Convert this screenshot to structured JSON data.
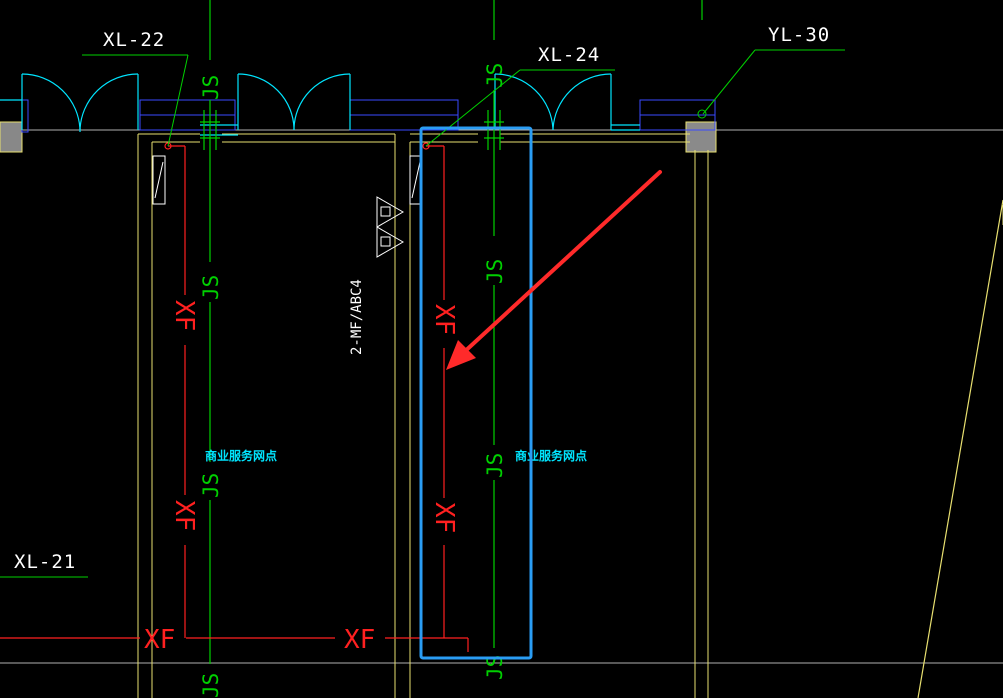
{
  "colors": {
    "background": "#000000",
    "wall": "#e8e070",
    "fire_pipe": "#ff2020",
    "water_pipe": "#00d000",
    "door": "#00e5ff",
    "window": "#3a4aff",
    "leader": "#00d000",
    "selection": "#2a9df4",
    "arrow": "#ff2a2a",
    "text": "#ffffff"
  },
  "labels": {
    "xl22": "XL-22",
    "xl24": "XL-24",
    "yl30": "YL-30",
    "xl21": "XL-21",
    "ref_2mf": "2-MF/ABC4"
  },
  "rooms": {
    "room_left": "商业服务网点",
    "room_right": "商业服务网点"
  },
  "pipe_tags": {
    "xf": "XF",
    "js": "JS"
  },
  "icons": [
    "extinguisher-icon",
    "arrow-icon"
  ]
}
